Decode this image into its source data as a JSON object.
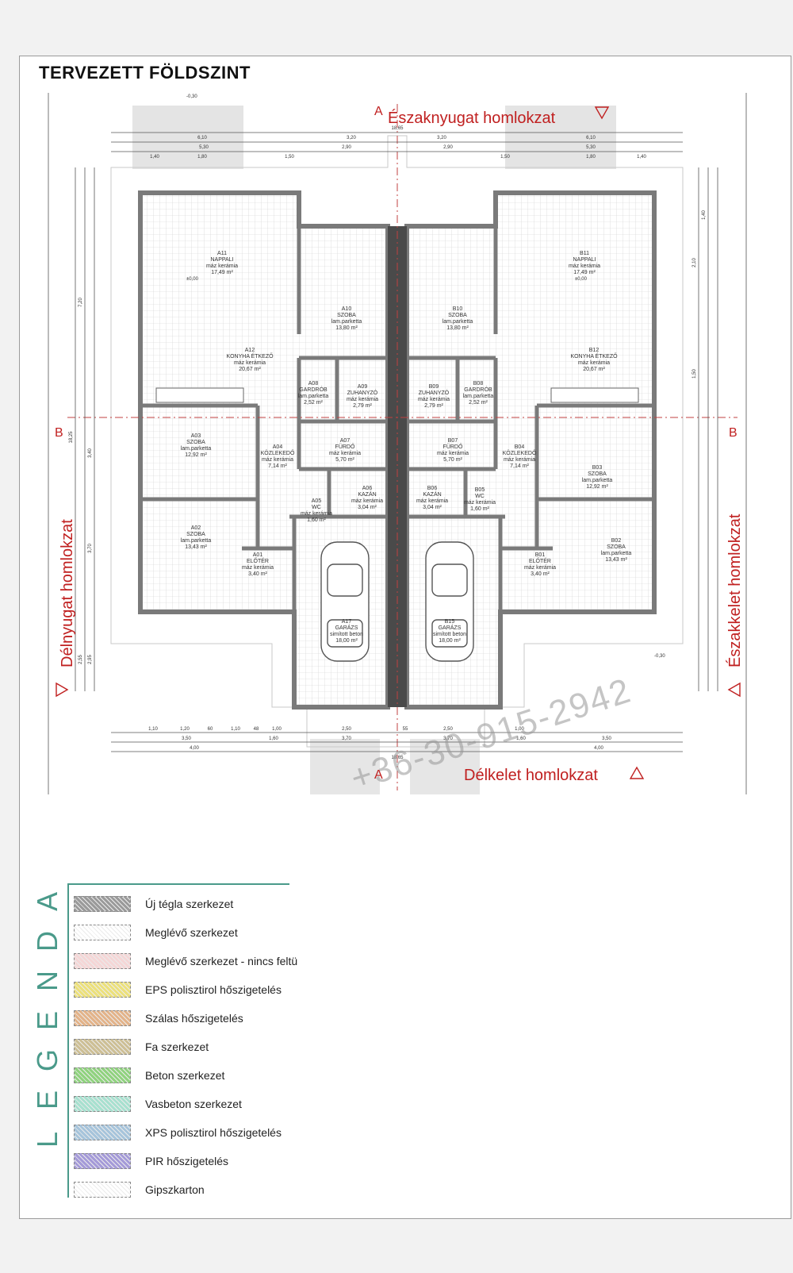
{
  "title": "TERVEZETT FÖLDSZINT",
  "facades": {
    "north_west": "Északnyugat homlokzat",
    "south_west": "Délnyugat homlokzat",
    "north_east": "Északkelet homlokzat",
    "south_east": "Délkelet homlokzat"
  },
  "section_marks": {
    "a": "A",
    "b": "B"
  },
  "watermark_phone": "+36-30-915-2942",
  "rooms": [
    {
      "code": "A11",
      "name": "NAPPALI",
      "floor": "máz kerámia",
      "area": "17,49 m²"
    },
    {
      "code": "A10",
      "name": "SZOBA",
      "floor": "lam.parketta",
      "area": "13,80 m²"
    },
    {
      "code": "A12",
      "name": "KONYHA ÉTKEZŐ",
      "floor": "máz kerámia",
      "area": "20,67 m²"
    },
    {
      "code": "A08",
      "name": "GARDRÓB",
      "floor": "lam.parketta",
      "area": "2,52 m²"
    },
    {
      "code": "A09",
      "name": "ZUHANYZÓ",
      "floor": "máz kerámia",
      "area": "2,79 m²"
    },
    {
      "code": "A03",
      "name": "SZOBA",
      "floor": "lam.parketta",
      "area": "12,92 m²"
    },
    {
      "code": "A04",
      "name": "KÖZLEKEDŐ",
      "floor": "máz kerámia",
      "area": "7,14 m²"
    },
    {
      "code": "A07",
      "name": "FÜRDŐ",
      "floor": "máz kerámia",
      "area": "5,70 m²"
    },
    {
      "code": "A06",
      "name": "KAZÁN",
      "floor": "máz kerámia",
      "area": "3,04 m²"
    },
    {
      "code": "A05",
      "name": "WC",
      "floor": "máz kerámia",
      "area": "1,60 m²"
    },
    {
      "code": "A02",
      "name": "SZOBA",
      "floor": "lam.parketta",
      "area": "13,43 m²"
    },
    {
      "code": "A01",
      "name": "ELŐTÉR",
      "floor": "máz kerámia",
      "area": "3,40 m²"
    },
    {
      "code": "A17",
      "name": "GARÁZS",
      "floor": "simított beton",
      "area": "18,00 m²"
    },
    {
      "code": "B11",
      "name": "NAPPALI",
      "floor": "máz kerámia",
      "area": "17,49 m²"
    },
    {
      "code": "B10",
      "name": "SZOBA",
      "floor": "lam.parketta",
      "area": "13,80 m²"
    },
    {
      "code": "B12",
      "name": "KONYHA ÉTKEZŐ",
      "floor": "máz kerámia",
      "area": "20,67 m²"
    },
    {
      "code": "B08",
      "name": "GARDRÓB",
      "floor": "lam.parketta",
      "area": "2,52 m²"
    },
    {
      "code": "B09",
      "name": "ZUHANYZÓ",
      "floor": "máz kerámia",
      "area": "2,79 m²"
    },
    {
      "code": "B03",
      "name": "SZOBA",
      "floor": "lam.parketta",
      "area": "12,92 m²"
    },
    {
      "code": "B04",
      "name": "KÖZLEKEDŐ",
      "floor": "máz kerámia",
      "area": "7,14 m²"
    },
    {
      "code": "B07",
      "name": "FÜRDŐ",
      "floor": "máz kerámia",
      "area": "5,70 m²"
    },
    {
      "code": "B06",
      "name": "KAZÁN",
      "floor": "máz kerámia",
      "area": "3,04 m²"
    },
    {
      "code": "B05",
      "name": "WC",
      "floor": "máz kerámia",
      "area": "1,60 m²"
    },
    {
      "code": "B02",
      "name": "SZOBA",
      "floor": "lam.parketta",
      "area": "13,43 m²"
    },
    {
      "code": "B01",
      "name": "ELŐTÉR",
      "floor": "máz kerámia",
      "area": "3,40 m²"
    },
    {
      "code": "B15",
      "name": "GARÁZS",
      "floor": "simított beton",
      "area": "18,00 m²"
    }
  ],
  "dimensions_top": [
    "18,65",
    "6,10",
    "3,20",
    "3,20",
    "6,10",
    "5,30",
    "2,90",
    "2,90",
    "5,30",
    "1,40",
    "1,80",
    "1,50",
    "1,50",
    "1,80",
    "1,40"
  ],
  "dimensions_bottom": [
    "1,10",
    "1,20",
    "60",
    "1,10",
    "48",
    "1,00",
    "2,50",
    "55",
    "2,50",
    "1,00",
    "3,50",
    "1,60",
    "3,70",
    "3,70",
    "1,60",
    "3,50",
    "4,00",
    "4,00",
    "18,65"
  ],
  "dimensions_side": [
    "18,25",
    "7,20",
    "3,40",
    "3,70",
    "2,55",
    "2,95",
    "1,40",
    "2,10",
    "1,50"
  ],
  "levels": [
    "±0,00",
    "-0,30"
  ],
  "legend": {
    "letters": [
      "A",
      "D",
      "N",
      "E",
      "G",
      "E",
      "L"
    ],
    "items": [
      {
        "label": "Új tégla szerkezet",
        "color": "#9a9a9a"
      },
      {
        "label": "Meglévő szerkezet",
        "color": "#ffffff"
      },
      {
        "label": "Meglévő szerkezet - nincs feltü",
        "color": "#f5d6d6"
      },
      {
        "label": "EPS polisztirol hőszigetelés",
        "color": "#ece07a"
      },
      {
        "label": "Szálas hőszigetelés",
        "color": "#e3b389"
      },
      {
        "label": "Fa szerkezet",
        "color": "#cdbf95"
      },
      {
        "label": "Beton szerkezet",
        "color": "#8fd27e"
      },
      {
        "label": "Vasbeton szerkezet",
        "color": "#a7e0cf"
      },
      {
        "label": "XPS polisztirol hőszigetelés",
        "color": "#a6c4db"
      },
      {
        "label": "PIR hőszigetelés",
        "color": "#a49ad8"
      },
      {
        "label": "Gipszkarton",
        "color": "#ffffff"
      }
    ]
  }
}
